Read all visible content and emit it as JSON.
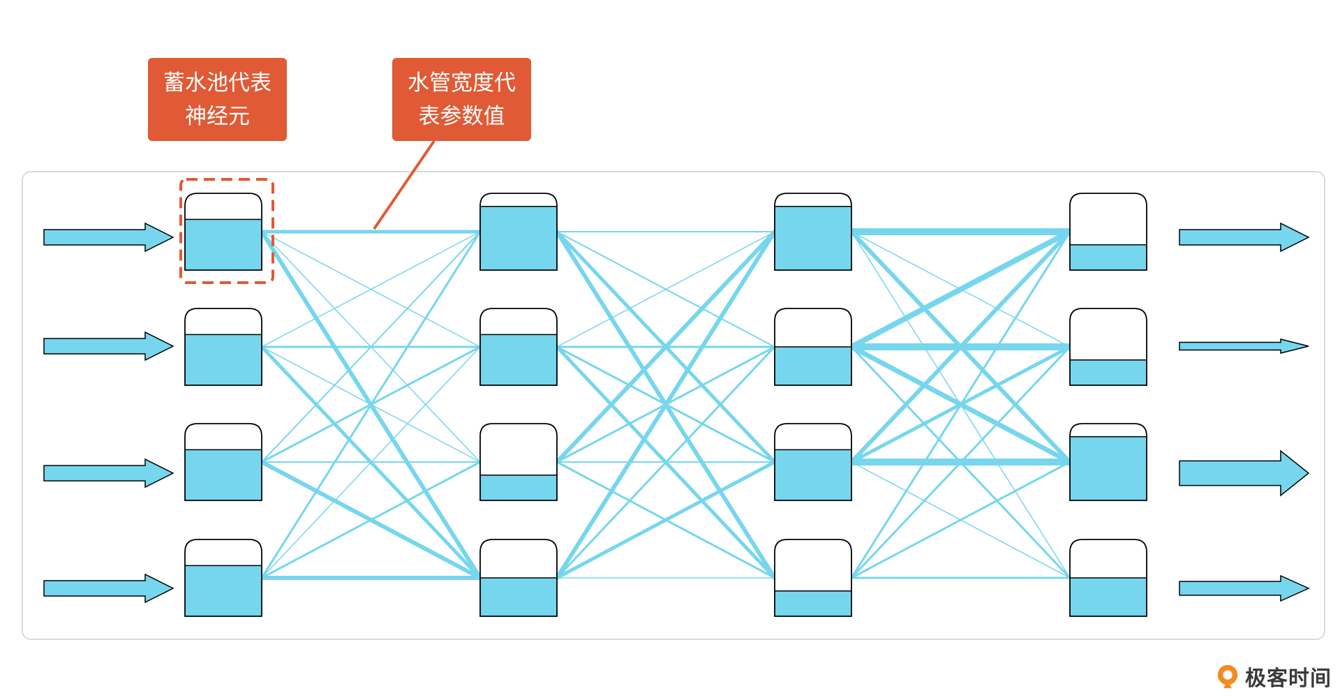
{
  "callouts": {
    "neuron": {
      "line1": "蓄水池代表",
      "line2": "神经元"
    },
    "pipe": {
      "line1": "水管宽度代",
      "line2": "表参数值"
    }
  },
  "brand": {
    "name": "极客时间",
    "icon": "geektime-logo-icon"
  },
  "colors": {
    "water": "#76d6ee",
    "pipe": "#76d6ee",
    "callout": "#e05a35",
    "outline": "#000000",
    "panel_border": "#cfcfcf"
  },
  "network": {
    "layers": [
      {
        "name": "layer-1",
        "fill": [
          0.66,
          0.66,
          0.66,
          0.66
        ]
      },
      {
        "name": "layer-2",
        "fill": [
          0.83,
          0.66,
          0.33,
          0.5
        ]
      },
      {
        "name": "layer-3",
        "fill": [
          0.83,
          0.5,
          0.66,
          0.33
        ]
      },
      {
        "name": "layer-4",
        "fill": [
          0.33,
          0.33,
          0.83,
          0.5
        ]
      }
    ],
    "input_arrows": [
      1,
      1,
      1,
      1
    ],
    "output_arrows": [
      1,
      0.5,
      1.6,
      0.9
    ],
    "weights": [
      [
        [
          5,
          1.5,
          1.5,
          6
        ],
        [
          1.5,
          3,
          1.5,
          5
        ],
        [
          2,
          3,
          2,
          6
        ],
        [
          3,
          1.5,
          3,
          6
        ]
      ],
      [
        [
          2,
          2,
          5,
          6
        ],
        [
          1.5,
          3,
          3,
          5
        ],
        [
          6,
          3,
          2,
          3
        ],
        [
          6,
          3,
          5,
          1.5
        ]
      ],
      [
        [
          10,
          1.5,
          6,
          1.5
        ],
        [
          8,
          10,
          7,
          3
        ],
        [
          6,
          5,
          10,
          1.5
        ],
        [
          3,
          3,
          3,
          3
        ]
      ]
    ]
  }
}
